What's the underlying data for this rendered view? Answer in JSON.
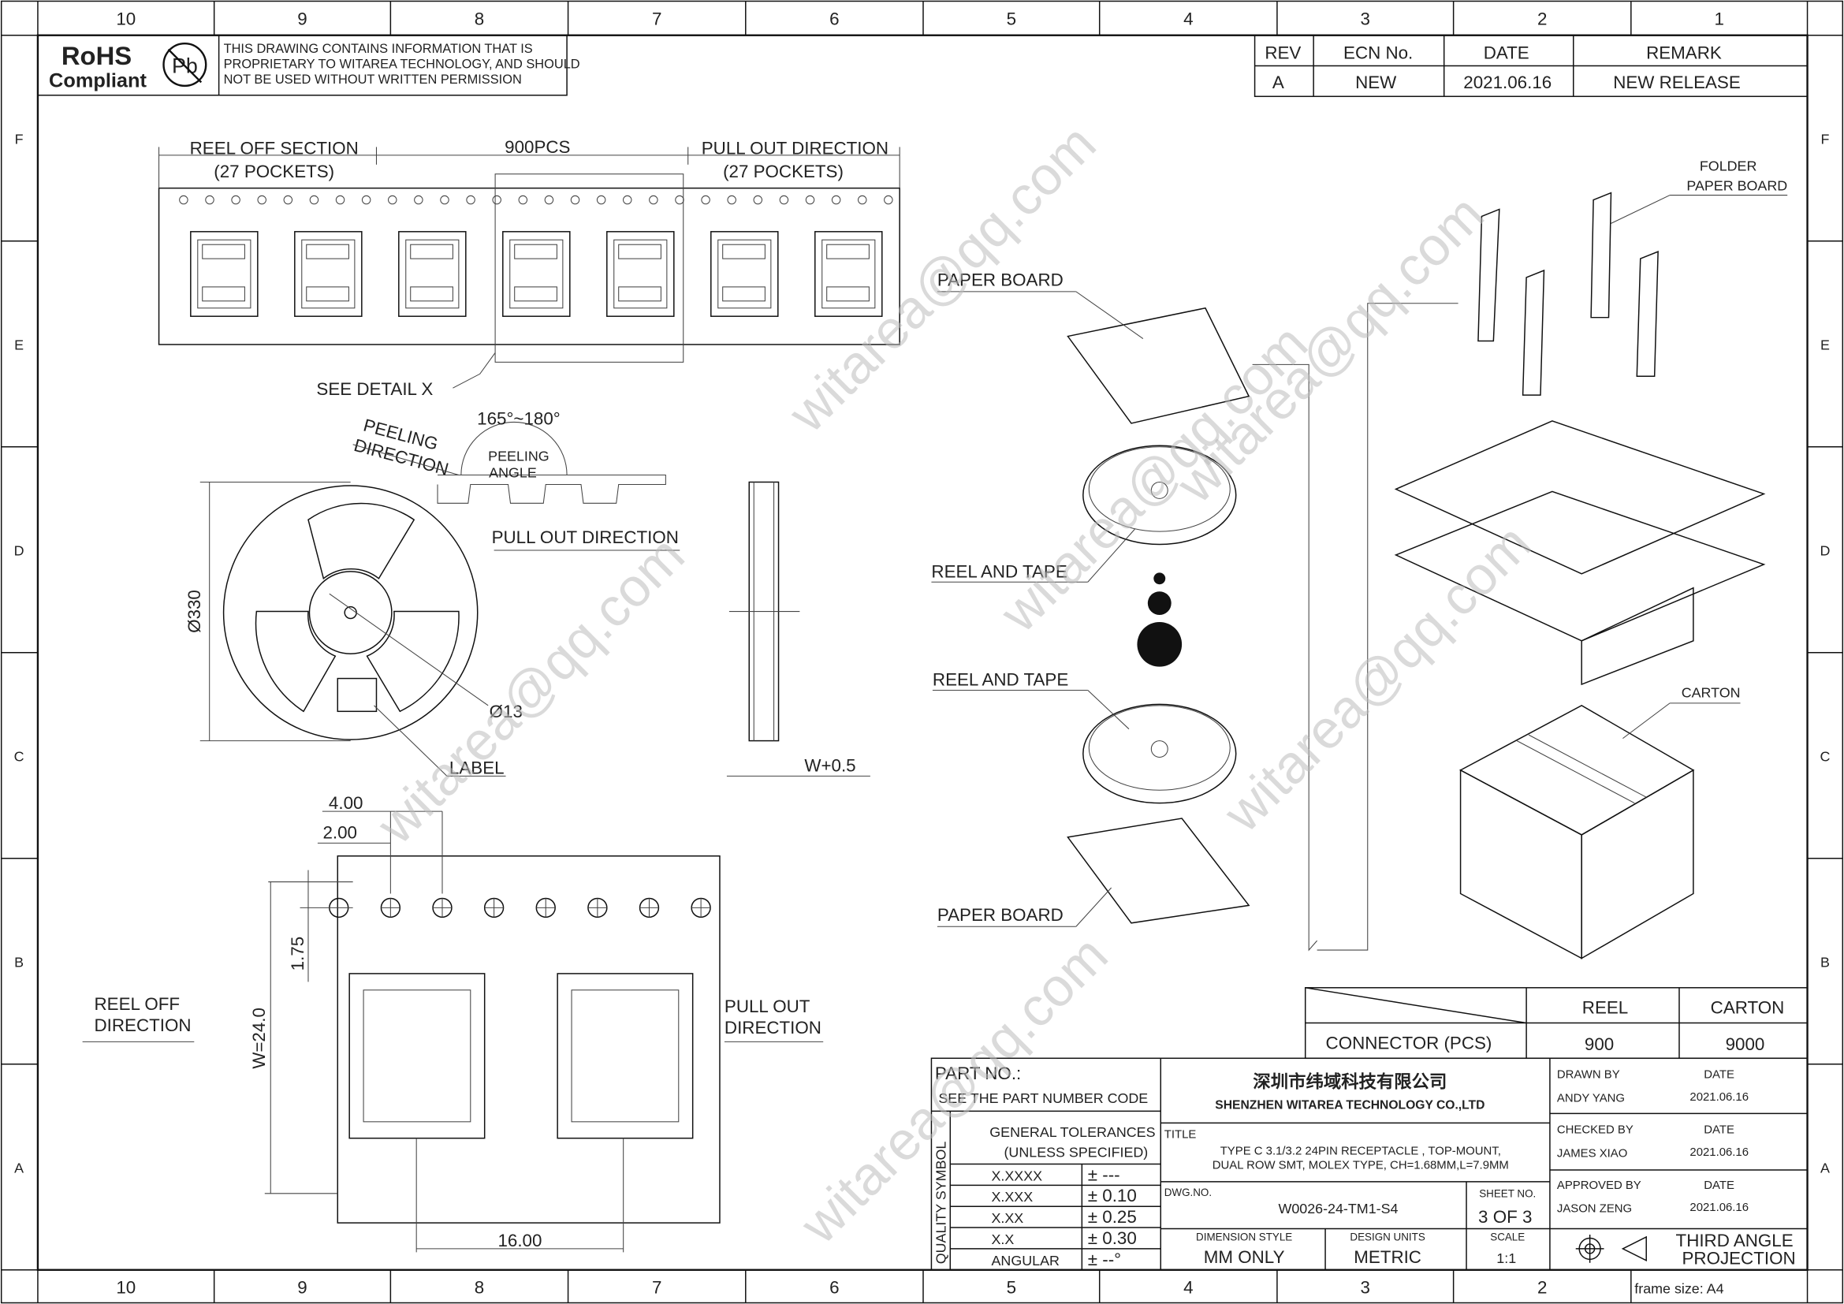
{
  "frame": {
    "columns": [
      "10",
      "9",
      "8",
      "7",
      "6",
      "5",
      "4",
      "3",
      "2",
      "1"
    ],
    "rows": [
      "F",
      "E",
      "D",
      "C",
      "B",
      "A"
    ],
    "frame_size": "frame size: A4"
  },
  "rohs": {
    "title": "RoHS",
    "subtitle": "Compliant",
    "pb": "Pb",
    "notice": [
      "THIS DRAWING CONTAINS INFORMATION THAT IS",
      "PROPRIETARY TO WITAREA TECHNOLOGY, AND SHOULD",
      "NOT BE USED WITHOUT WRITTEN PERMISSION"
    ]
  },
  "revision": {
    "headers": [
      "REV",
      "ECN No.",
      "DATE",
      "REMARK"
    ],
    "row": [
      "A",
      "NEW",
      "2021.06.16",
      "NEW RELEASE"
    ]
  },
  "tape": {
    "reel_off_section": "REEL OFF SECTION",
    "reel_off_pockets": "(27 POCKETS)",
    "qty": "900PCS",
    "pull_out": "PULL OUT DIRECTION",
    "pull_out_pockets": "(27 POCKETS)",
    "see_detail": "SEE DETAIL X"
  },
  "reel": {
    "peeling_direction": [
      "PEELING",
      "DIRECTION"
    ],
    "angle": "165°~180°",
    "peeling_angle": [
      "PEELING",
      "ANGLE"
    ],
    "pull_out": "PULL OUT DIRECTION",
    "diameter": "Ø330",
    "hub": "Ø13",
    "label": "LABEL",
    "width": "W+0.5"
  },
  "detail": {
    "d1": "4.00",
    "d2": "2.00",
    "d3": "1.75",
    "width": "W=24.0",
    "pitch": "16.00",
    "reel_off": [
      "REEL OFF",
      "DIRECTION"
    ],
    "pull_out": [
      "PULL OUT",
      "DIRECTION"
    ]
  },
  "packing": {
    "folder": [
      "FOLDER",
      "PAPER BOARD"
    ],
    "paper_board_top": "PAPER BOARD",
    "reel1": "REEL AND TAPE",
    "reel2": "REEL AND TAPE",
    "paper_board_bottom": "PAPER BOARD",
    "carton": "CARTON"
  },
  "quantity": {
    "headers": [
      "REEL",
      "CARTON"
    ],
    "row_label": "CONNECTOR (PCS)",
    "values": [
      "900",
      "9000"
    ]
  },
  "title_block": {
    "part_no_label": "PART NO.:",
    "part_no_value": "SEE THE PART NUMBER CODE",
    "company_cn": "深圳市纬域科技有限公司",
    "company_en": "SHENZHEN WITAREA TECHNOLOGY CO.,LTD",
    "quality_symbol": "QUALITY SYMBOL",
    "tol_title": "GENERAL TOLERANCES",
    "tol_sub": "(UNLESS SPECIFIED)",
    "tolerances": [
      {
        "k": "X.XXXX",
        "v": "± ---"
      },
      {
        "k": "X.XXX",
        "v": "± 0.10"
      },
      {
        "k": "X.XX",
        "v": "± 0.25"
      },
      {
        "k": "X.X",
        "v": "± 0.30"
      },
      {
        "k": "ANGULAR",
        "v": "± --°"
      }
    ],
    "title_label": "TITLE",
    "title_line1": "TYPE C 3.1/3.2 24PIN RECEPTACLE , TOP-MOUNT,",
    "title_line2": "DUAL ROW SMT, MOLEX TYPE, CH=1.68MM,L=7.9MM",
    "dwg_label": "DWG.NO.",
    "dwg_no": "W0026-24-TM1-S4",
    "sheet_label": "SHEET NO.",
    "sheet": "3 OF 3",
    "dim_style_label": "DIMENSION STYLE",
    "dim_style": "MM ONLY",
    "units_label": "DESIGN UNITS",
    "units": "METRIC",
    "scale_label": "SCALE",
    "scale": "1:1",
    "drawn_by_label": "DRAWN BY",
    "drawn_by": "ANDY YANG",
    "checked_by_label": "CHECKED BY",
    "checked_by": "JAMES XIAO",
    "approved_by_label": "APPROVED BY",
    "approved_by": "JASON ZENG",
    "date_label": "DATE",
    "date": "2021.06.16",
    "projection": [
      "THIRD ANGLE",
      "PROJECTION"
    ]
  },
  "watermark": "witarea@qq.com"
}
